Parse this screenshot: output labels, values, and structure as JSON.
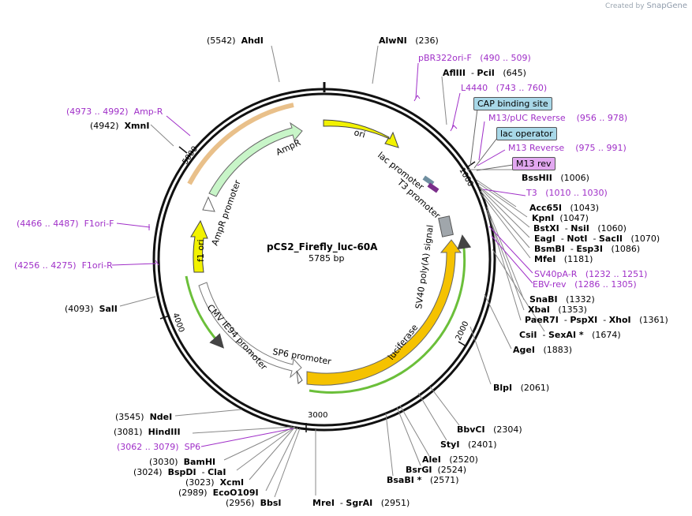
{
  "credit": {
    "prefix": "Created by",
    "brand": "SnapGene"
  },
  "plasmid": {
    "name": "pCS2_Firefly_luc-60A",
    "length": "5785 bp"
  },
  "ticks": [
    "1000",
    "2000",
    "3000",
    "4000",
    "5000"
  ],
  "features": {
    "ori": "ori",
    "AmpR": "AmpR",
    "AmpR_promoter": "AmpR promoter",
    "f1_ori": "f1 ori",
    "CMV_IE94": "CMV IE94 promoter",
    "SP6_promoter": "SP6 promoter",
    "luciferase": "luciferase",
    "SV40": "SV40 poly(A) signal",
    "lac_promoter": "lac promoter",
    "T3_promoter": "T3 promoter"
  },
  "boxes": {
    "cap": "CAP binding site",
    "lacop": "lac operator",
    "m13rev": "M13 rev"
  },
  "labels": {
    "AhdI": {
      "pos": "(5542)",
      "name": "AhdI"
    },
    "AlwNI": {
      "name": "AlwNI",
      "pos": "(236)"
    },
    "pBR322ori": {
      "name": "pBR322ori-F",
      "range": "(490 .. 509)"
    },
    "AflIII": {
      "name": "AflIII",
      "name2": "PciI",
      "pos": "(645)"
    },
    "L4440": {
      "name": "L4440",
      "range": "(743 .. 760)"
    },
    "M13pUC": {
      "name": "M13/pUC Reverse",
      "range": "(956 .. 978)"
    },
    "M13rev": {
      "name": "M13 Reverse",
      "range": "(975 .. 991)"
    },
    "BssHII": {
      "name": "BssHII",
      "pos": "(1006)"
    },
    "T3": {
      "name": "T3",
      "range": "(1010 .. 1030)"
    },
    "Acc65I": {
      "name": "Acc65I",
      "pos": "(1043)"
    },
    "KpnI": {
      "name": "KpnI",
      "pos": "(1047)"
    },
    "BstXI": {
      "name": "BstXI",
      "name2": "NsiI",
      "pos": "(1060)"
    },
    "EagI": {
      "name": "EagI",
      "name2": "NotI",
      "name3": "SacII",
      "pos": "(1070)"
    },
    "BsmBI": {
      "name": "BsmBI",
      "name2": "Esp3I",
      "pos": "(1086)"
    },
    "MfeI": {
      "name": "MfeI",
      "pos": "(1181)"
    },
    "SV40pA": {
      "name": "SV40pA-R",
      "range": "(1232 .. 1251)"
    },
    "EBV": {
      "name": "EBV-rev",
      "range": "(1286 .. 1305)"
    },
    "SnaBI": {
      "name": "SnaBI",
      "pos": "(1332)"
    },
    "XbaI": {
      "name": "XbaI",
      "pos": "(1353)"
    },
    "PaeR7I": {
      "name": "PaeR7I",
      "name2": "PspXI",
      "name3": "XhoI",
      "pos": "(1361)"
    },
    "CsiI": {
      "name": "CsiI",
      "name2": "SexAI *",
      "pos": "(1674)"
    },
    "AgeI": {
      "name": "AgeI",
      "pos": "(1883)"
    },
    "BlpI": {
      "name": "BlpI",
      "pos": "(2061)"
    },
    "BbvCI": {
      "name": "BbvCI",
      "pos": "(2304)"
    },
    "StyI": {
      "name": "StyI",
      "pos": "(2401)"
    },
    "AleI": {
      "name": "AleI",
      "pos": "(2520)"
    },
    "BsrGI": {
      "name": "BsrGI",
      "pos": "(2524)"
    },
    "BsaBI": {
      "name": "BsaBI *",
      "pos": "(2571)"
    },
    "MreI": {
      "name": "MreI",
      "name2": "SgrAI",
      "pos": "(2951)"
    },
    "BbsI": {
      "pos": "(2956)",
      "name": "BbsI"
    },
    "EcoO109I": {
      "pos": "(2989)",
      "name": "EcoO109I"
    },
    "XcmI": {
      "pos": "(3023)",
      "name": "XcmI"
    },
    "BspDI": {
      "pos": "(3024)",
      "name": "BspDI",
      "name2": "ClaI"
    },
    "BamHI": {
      "pos": "(3030)",
      "name": "BamHI"
    },
    "SP6": {
      "range": "(3062 .. 3079)",
      "name": "SP6"
    },
    "HindIII": {
      "pos": "(3081)",
      "name": "HindIII"
    },
    "NdeI": {
      "pos": "(3545)",
      "name": "NdeI"
    },
    "SalI": {
      "pos": "(4093)",
      "name": "SalI"
    },
    "F1oriR": {
      "range": "(4256 .. 4275)",
      "name": "F1ori-R"
    },
    "F1oriF": {
      "range": "(4466 .. 4487)",
      "name": "F1ori-F"
    },
    "XmnI": {
      "pos": "(4942)",
      "name": "XmnI"
    },
    "AmpR_primer": {
      "range": "(4973 .. 4992)",
      "name": "Amp-R"
    }
  },
  "colors": {
    "ori": "#f2f200",
    "AmpR": "#c8f5c8",
    "luciferase": "#f5c200",
    "f1ori": "#f2f200",
    "primer": "#a030c8",
    "cap": "#a8d8e8",
    "m13rev": "#e2a8f0"
  }
}
